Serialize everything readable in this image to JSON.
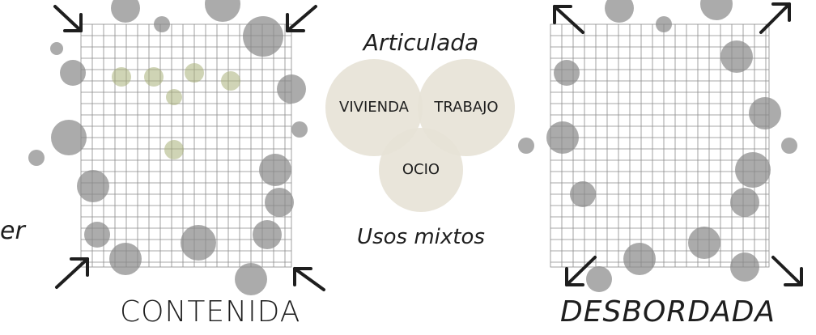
{
  "left_map": {
    "caption": "CONTENIDA",
    "edge_text": "er"
  },
  "center": {
    "title": "Articulada",
    "circles": {
      "vivienda": "VIVIENDA",
      "trabajo": "TRABAJO",
      "ocio": "OCIO"
    },
    "subtitle": "Usos mixtos"
  },
  "right_map": {
    "caption": "DESBORDADA"
  },
  "colors": {
    "ink": "#1e1e1e",
    "grid_line": "#8a8a8a",
    "splash": "#9a9a9a",
    "circle_fill": "#e7e2d6",
    "green_dot": "#a9b17a"
  }
}
